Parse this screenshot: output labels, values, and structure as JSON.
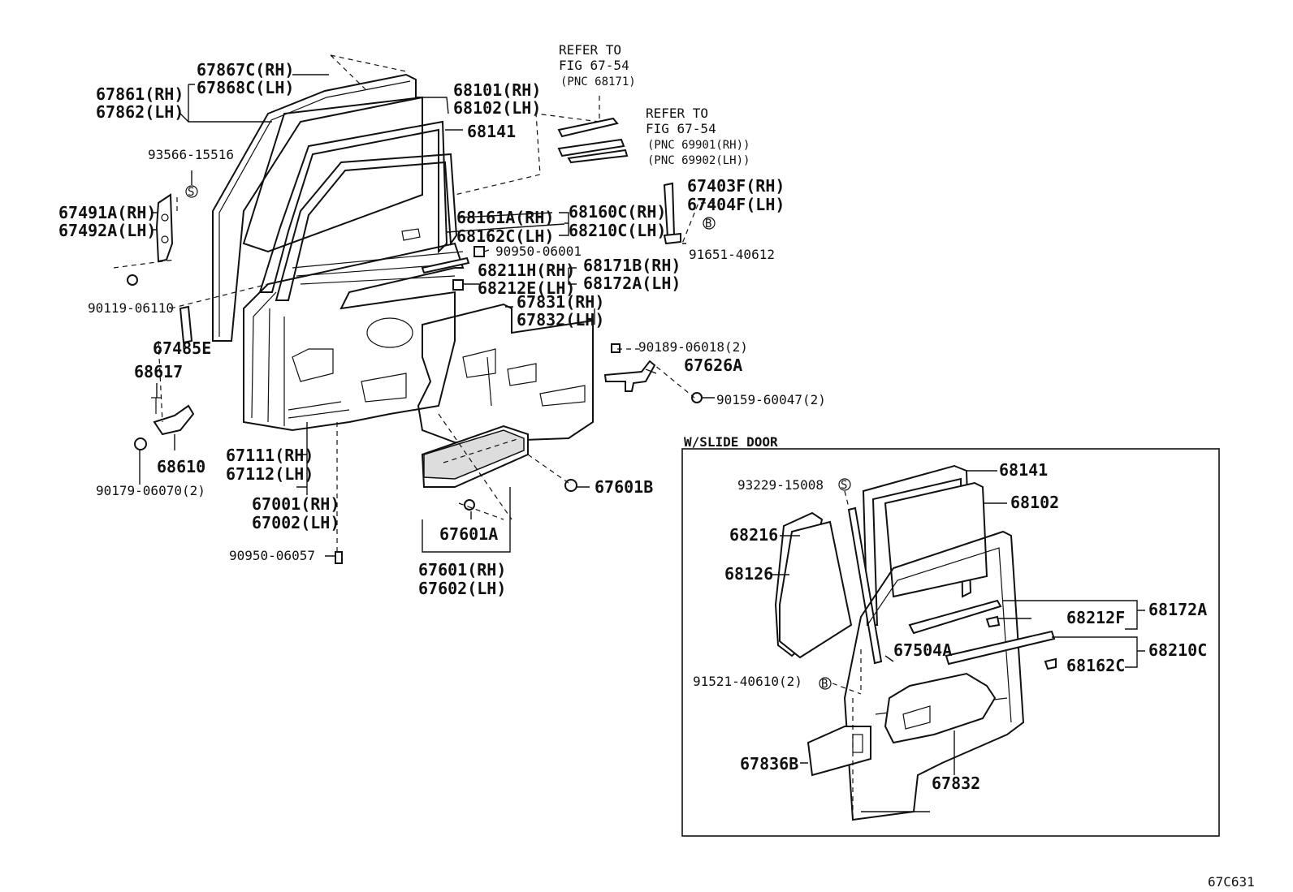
{
  "refs": {
    "r1": [
      "REFER TO",
      "FIG 67-54",
      "(PNC 68171)"
    ],
    "r2": [
      "REFER TO",
      "FIG 67-54",
      "(PNC 69901(RH))",
      "(PNC 69902(LH))"
    ]
  },
  "parts": {
    "p67867C": "67867C(RH)",
    "p67868C": "67868C(LH)",
    "p67861": "67861(RH)",
    "p67862": "67862(LH)",
    "p68101": "68101(RH)",
    "p68102": "68102(LH)",
    "p68141": "68141",
    "p93566": "93566-15516",
    "p67491A": "67491A(RH)",
    "p67492A": "67492A(LH)",
    "p90119": "90119-06110",
    "p67485E": "67485E",
    "p68617": "68617",
    "p68610": "68610",
    "p90179": "90179-06070(2)",
    "p67111": "67111(RH)",
    "p67112": "67112(LH)",
    "p67001": "67001(RH)",
    "p67002": "67002(LH)",
    "p90950b": "90950-06057",
    "p68161A": "68161A(RH)",
    "p68162C": "68162C(LH)",
    "p68160C": "68160C(RH)",
    "p68210C": "68210C(LH)",
    "p90950a": "90950-06001",
    "p68211H": "68211H(RH)",
    "p68212E": "68212E(LH)",
    "p68171B": "68171B(RH)",
    "p68172A": "68172A(LH)",
    "p67831": "67831(RH)",
    "p67832": "67832(LH)",
    "p67403F": "67403F(RH)",
    "p67404F": "67404F(LH)",
    "p91651": "91651-40612",
    "p90189": "90189-06018(2)",
    "p67626A": "67626A",
    "p90159": "90159-60047(2)",
    "p67601B": "67601B",
    "p67601A": "67601A",
    "p67601": "67601(RH)",
    "p67602": "67602(LH)"
  },
  "slide": {
    "title": "W/SLIDE DOOR",
    "s68141": "68141",
    "s93229": "93229-15008",
    "s68102": "68102",
    "s68216": "68216",
    "s68126": "68126",
    "s68212F": "68212F",
    "s68172A": "68172A",
    "s67504A": "67504A",
    "s68210C": "68210C",
    "s68162C": "68162C",
    "s91521": "91521-40610(2)",
    "s67836B": "67836B",
    "s67832": "67832"
  },
  "figure_code": "67C631"
}
